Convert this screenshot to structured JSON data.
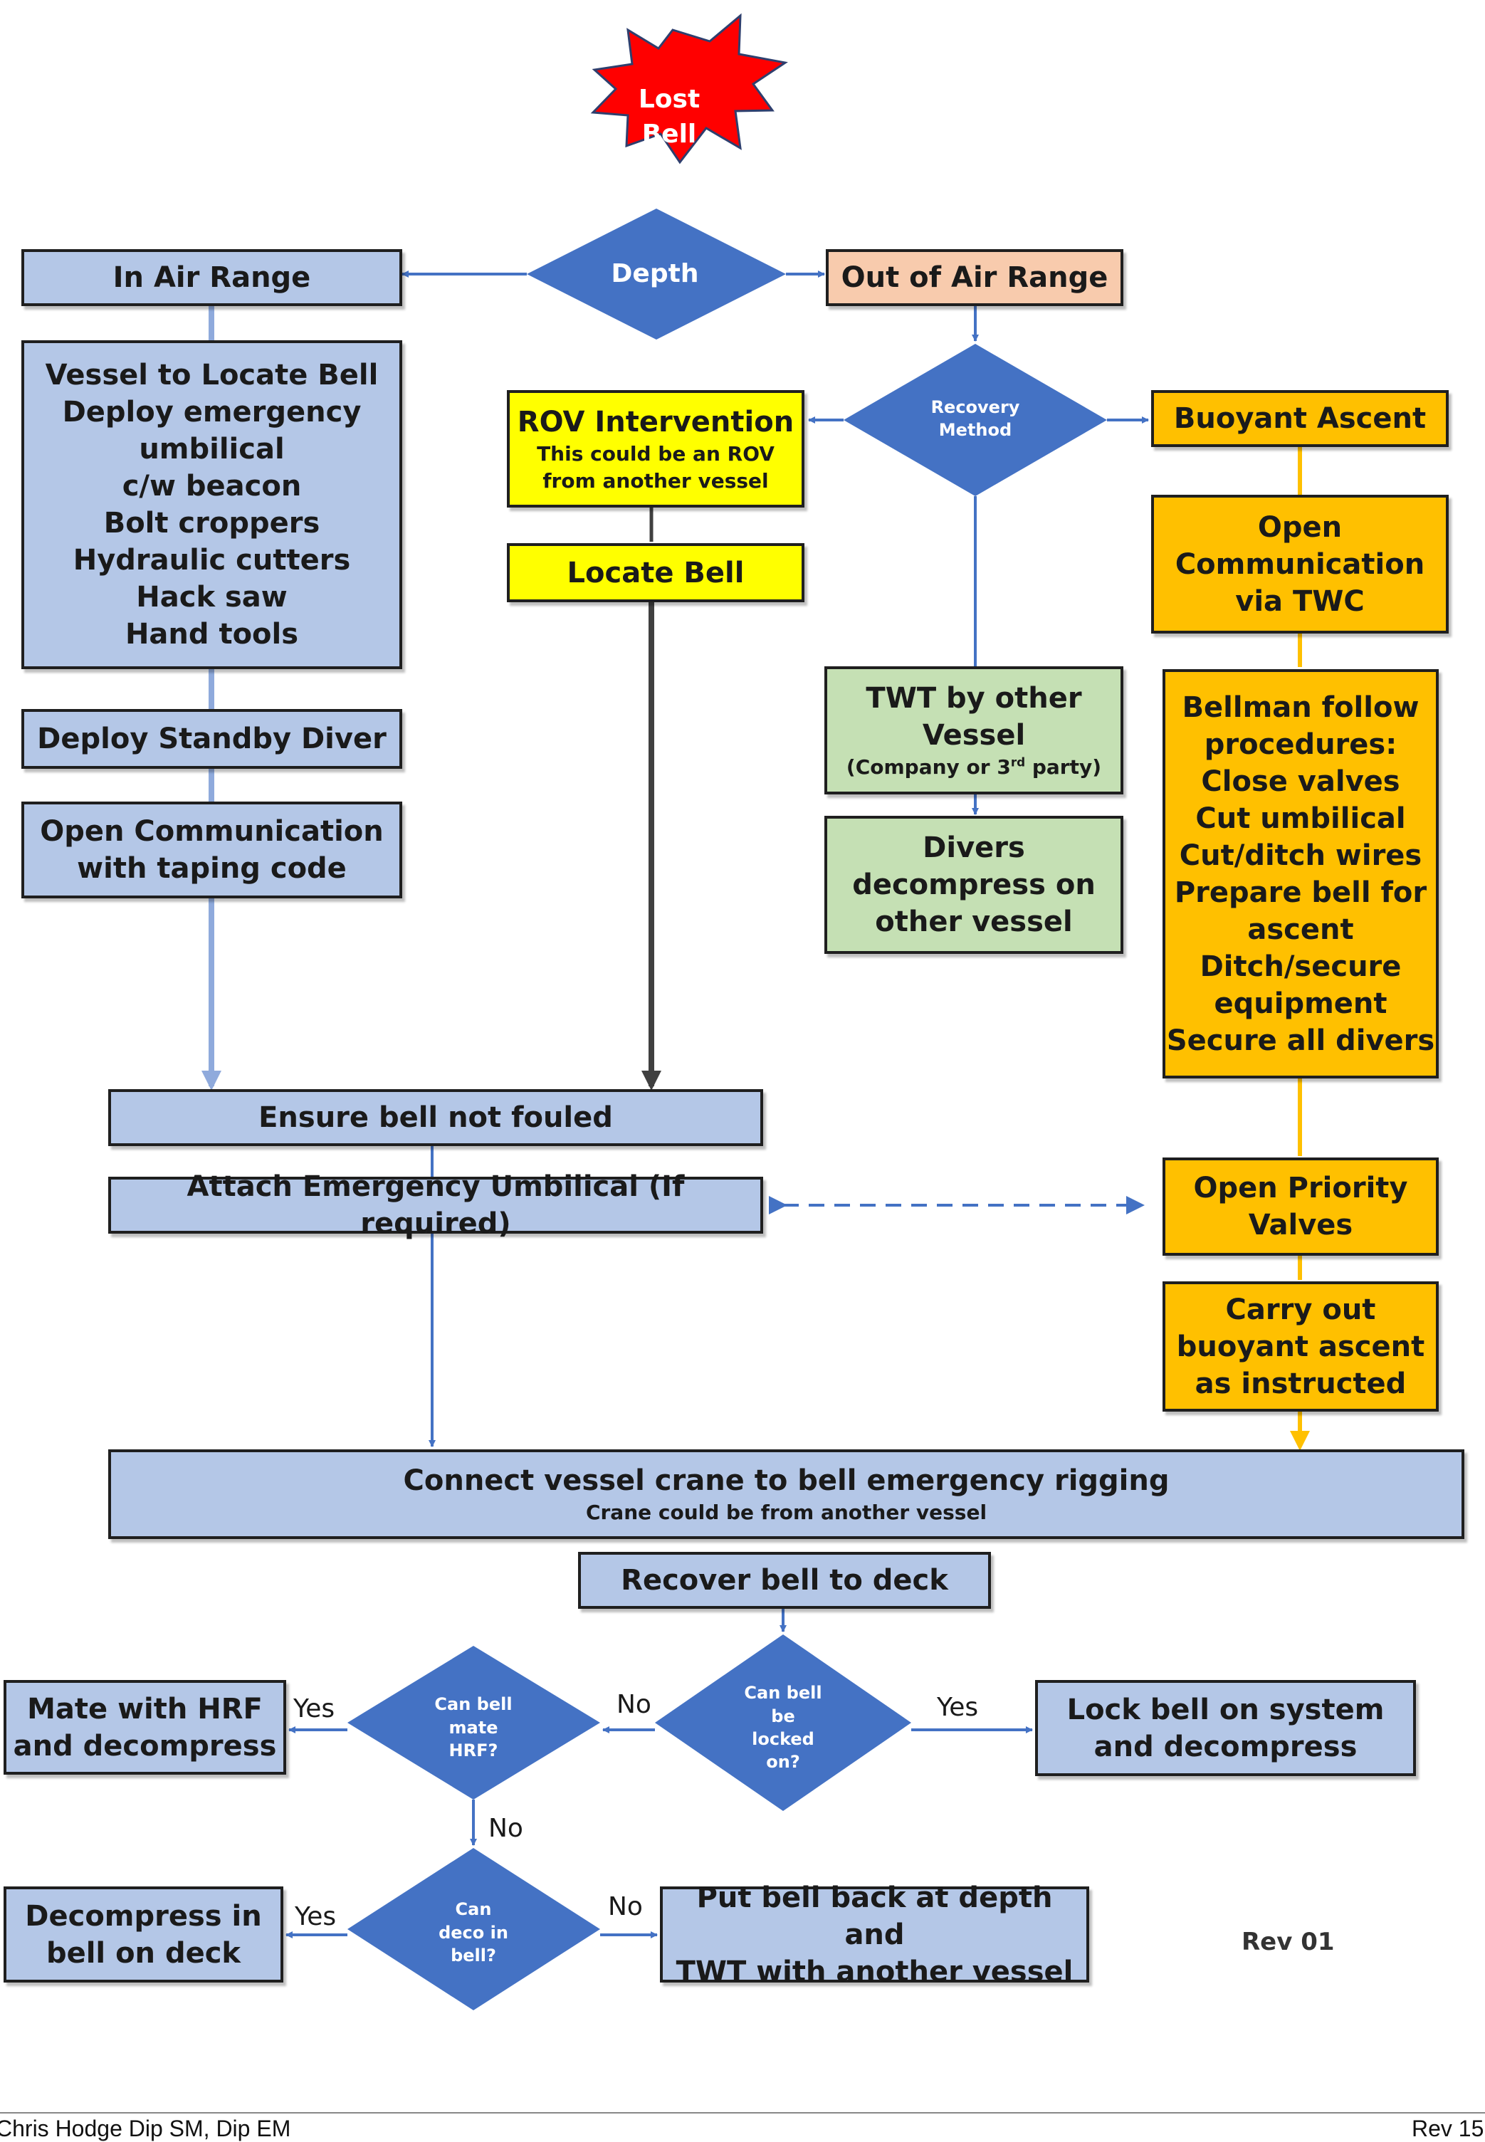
{
  "title": {
    "lines": [
      "Lost",
      "Bell"
    ]
  },
  "depth": "Depth",
  "in_air_range": "In Air Range",
  "out_of_air_range": "Out of Air Range",
  "recovery_method": {
    "lines": [
      "Recovery",
      "Method"
    ]
  },
  "rov_intervention": {
    "title": "ROV Intervention",
    "sub": [
      "This could be an ROV",
      "from another vessel"
    ]
  },
  "locate_bell": "Locate Bell",
  "buoyant_ascent": "Buoyant Ascent",
  "vessel_locate": {
    "lines": [
      "Vessel to Locate Bell",
      "Deploy emergency",
      "umbilical",
      "c/w beacon",
      "Bolt croppers",
      "Hydraulic cutters",
      "Hack saw",
      "Hand tools"
    ]
  },
  "open_comm_twc": {
    "lines": [
      "Open",
      "Communication",
      "via TWC"
    ]
  },
  "twt_other_vessel": {
    "lines": [
      "TWT by other",
      "Vessel"
    ],
    "sub_pre": "(Company or 3",
    "sub_sup": "rd",
    "sub_post": " party)"
  },
  "divers_decompress": {
    "lines": [
      "Divers",
      "decompress on",
      "other vessel"
    ]
  },
  "bellman_procedures": {
    "lines": [
      "Bellman follow",
      "procedures:",
      "Close valves",
      "Cut umbilical",
      "Cut/ditch wires",
      "Prepare bell for",
      "ascent",
      "Ditch/secure",
      "equipment",
      "Secure all divers"
    ]
  },
  "deploy_standby": "Deploy Standby Diver",
  "open_comm_taping": {
    "lines": [
      "Open Communication",
      "with taping code"
    ]
  },
  "ensure_not_fouled": "Ensure bell not fouled",
  "attach_umbilical": "Attach Emergency Umbilical (If required)",
  "open_priority": {
    "lines": [
      "Open Priority",
      "Valves"
    ]
  },
  "carry_out_ascent": {
    "lines": [
      "Carry out",
      "buoyant ascent",
      "as instructed"
    ]
  },
  "connect_crane": {
    "title": "Connect vessel crane to bell emergency rigging",
    "sub": "Crane could be from another vessel"
  },
  "recover_bell": "Recover bell to deck",
  "can_locked": {
    "lines": [
      "Can bell",
      "be",
      "locked",
      "on?"
    ]
  },
  "can_mate": {
    "lines": [
      "Can bell",
      "mate",
      "HRF?"
    ]
  },
  "can_deco": {
    "lines": [
      "Can",
      "deco in",
      "bell?"
    ]
  },
  "mate_hrf": {
    "lines": [
      "Mate with HRF",
      "and decompress"
    ]
  },
  "lock_bell": {
    "lines": [
      "Lock bell on system",
      "and decompress"
    ]
  },
  "decompress_bell": {
    "lines": [
      "Decompress in",
      "bell on deck"
    ]
  },
  "put_back": {
    "lines": [
      "Put bell back at depth and",
      "TWT with another vessel"
    ]
  },
  "labels": {
    "yes": "Yes",
    "no": "No"
  },
  "rev_label": "Rev 01",
  "footer": {
    "author": "Chris Hodge Dip SM, Dip EM",
    "revision": "Rev 15"
  },
  "colors": {
    "blue_box": "#b4c7e7",
    "diamond": "#4472c4",
    "star": "#ff0000",
    "yellow": "#ffff00",
    "green": "#c5e0b4",
    "orange": "#ffc000",
    "peach": "#f8cbad"
  }
}
